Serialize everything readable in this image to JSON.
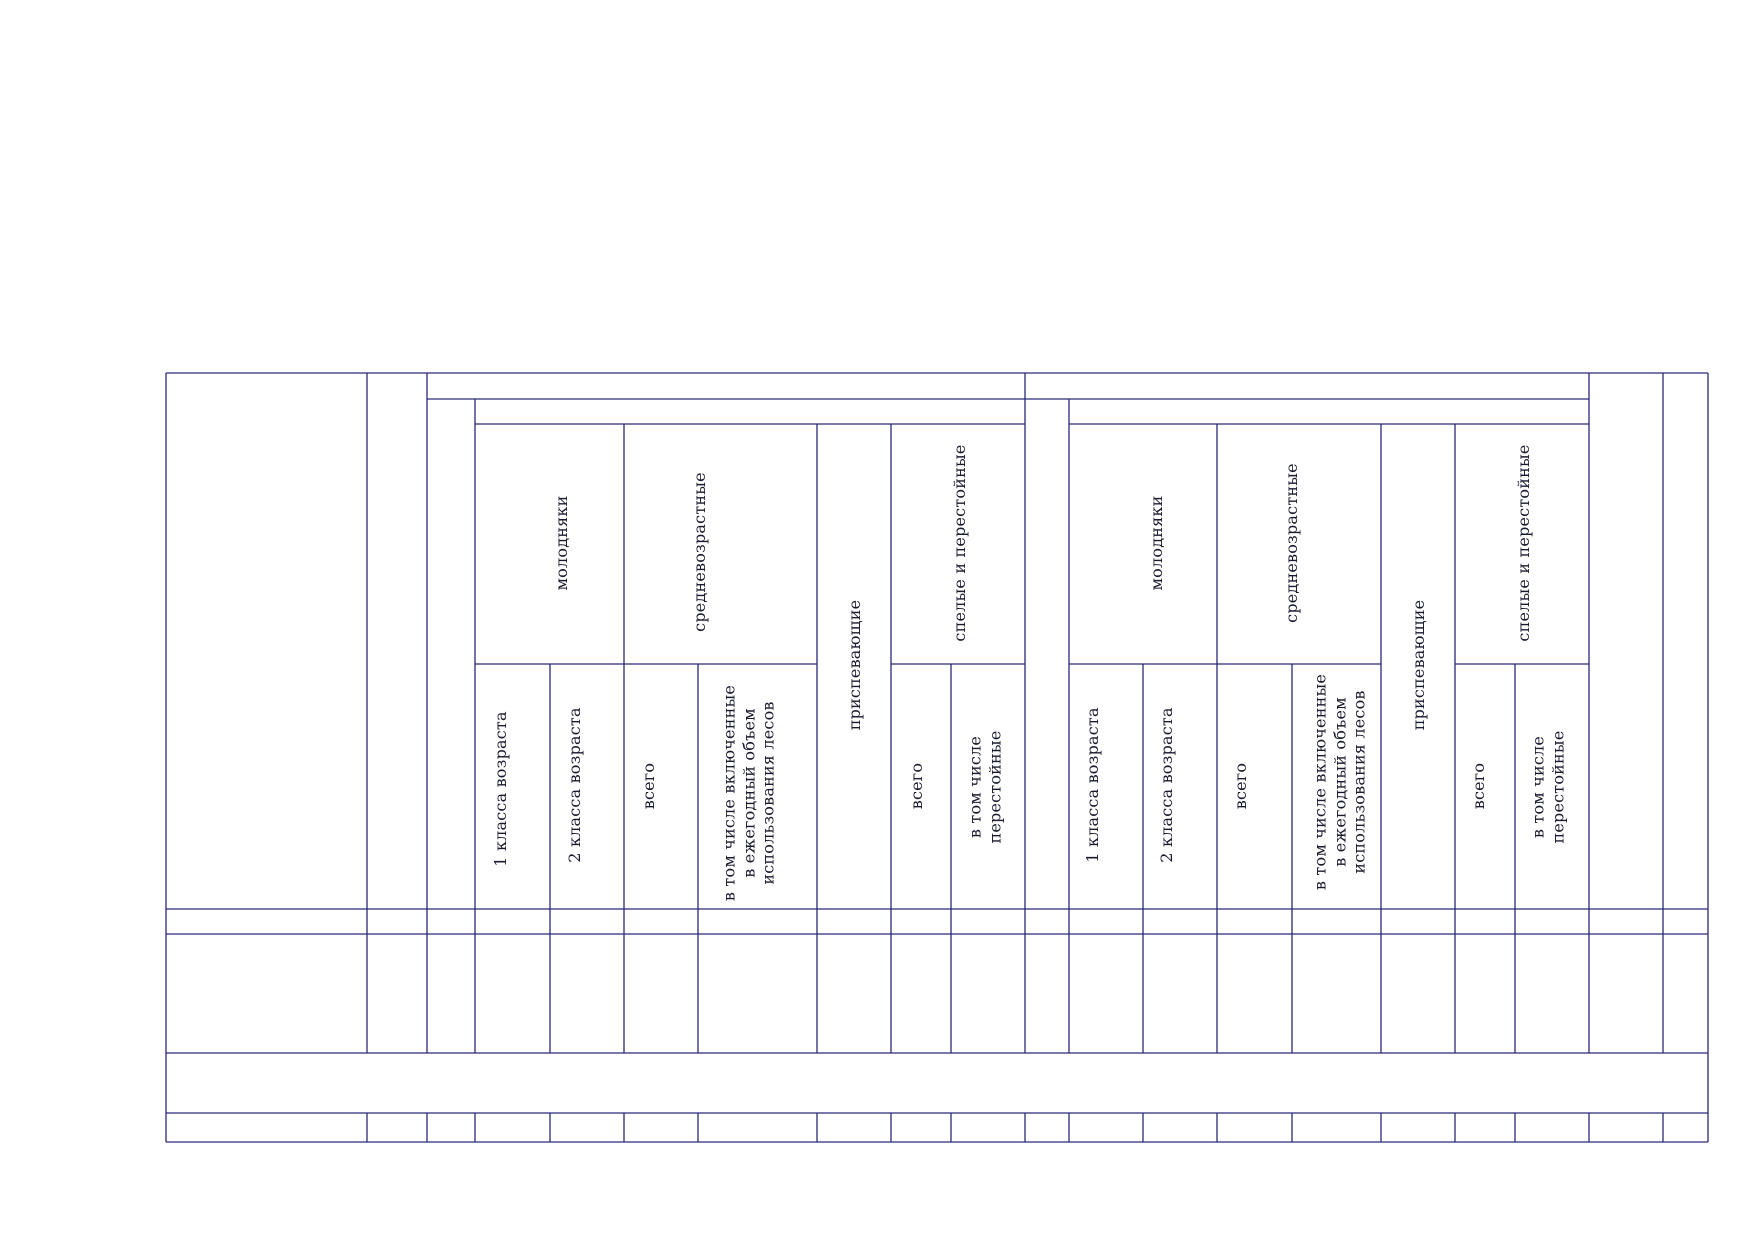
{
  "headers": {
    "left": {
      "molodnyaki": "молодняки",
      "srednevozrastnye": "средневозрастные",
      "prispevayushchie": "приспевающие",
      "spelye": "спелые и перестойные",
      "class1": "1 класса возраста",
      "class2": "2 класса возраста",
      "vsego_sred": "всего",
      "included": "в том числе включенные\nв ежегодный объем\nиспользования лесов",
      "vsego_spel": "всего",
      "perestoinye": "в том числе\nперестойные"
    },
    "right": {
      "molodnyaki": "молодняки",
      "srednevozrastnye": "средневозрастные",
      "prispevayushchie": "приспевающие",
      "spelye": "спелые и перестойные",
      "class1": "1 класса возраста",
      "class2": "2 класса возраста",
      "vsego_sred": "всего",
      "included": "в том числе включенные\nв ежегодный объем\nиспользования лесов",
      "vsego_spel": "всего",
      "perestoinye": "в том числе\nперестойные"
    }
  },
  "colors": {
    "line": "#2a2a7a",
    "text": "#1a1a2e"
  }
}
